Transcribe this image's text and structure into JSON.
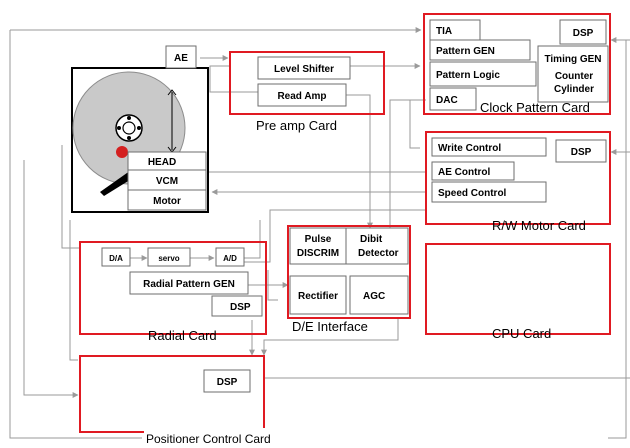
{
  "drive": {
    "ae": "AE",
    "head": "HEAD",
    "vcm": "VCM",
    "motor": "Motor"
  },
  "preamp": {
    "title": "Pre amp Card",
    "level_shifter": "Level Shifter",
    "read_amp": "Read Amp"
  },
  "clock": {
    "title": "Clock Pattern Card",
    "tia": "TIA",
    "dsp": "DSP",
    "pattern_gen": "Pattern GEN",
    "timing_gen": "Timing GEN",
    "pattern_logic": "Pattern Logic",
    "counter_line1": "Counter",
    "counter_line2": "Cylinder",
    "dac": "DAC"
  },
  "rw": {
    "title": "R/W Motor Card",
    "write_control": "Write Control",
    "dsp": "DSP",
    "ae_control": "AE Control",
    "speed_control": "Speed Control"
  },
  "de": {
    "title": "D/E Interface",
    "pulse_line1": "Pulse",
    "pulse_line2": "DISCRIM",
    "dibit_line1": "Dibit",
    "dibit_line2": "Detector",
    "rectifier": "Rectifier",
    "agc": "AGC"
  },
  "radial": {
    "title": "Radial Card",
    "da": "D/A",
    "servo": "servo",
    "ad": "A/D",
    "pattern_gen": "Radial Pattern GEN",
    "dsp": "DSP"
  },
  "cpu": {
    "title": "CPU  Card"
  },
  "positioner": {
    "title": "Positioner Control Card",
    "dsp": "DSP"
  },
  "colors": {
    "card_border": "#e01a22",
    "connector": "#9a9a9a",
    "disk": "#c9c9c9",
    "head_dot": "#d42020"
  }
}
